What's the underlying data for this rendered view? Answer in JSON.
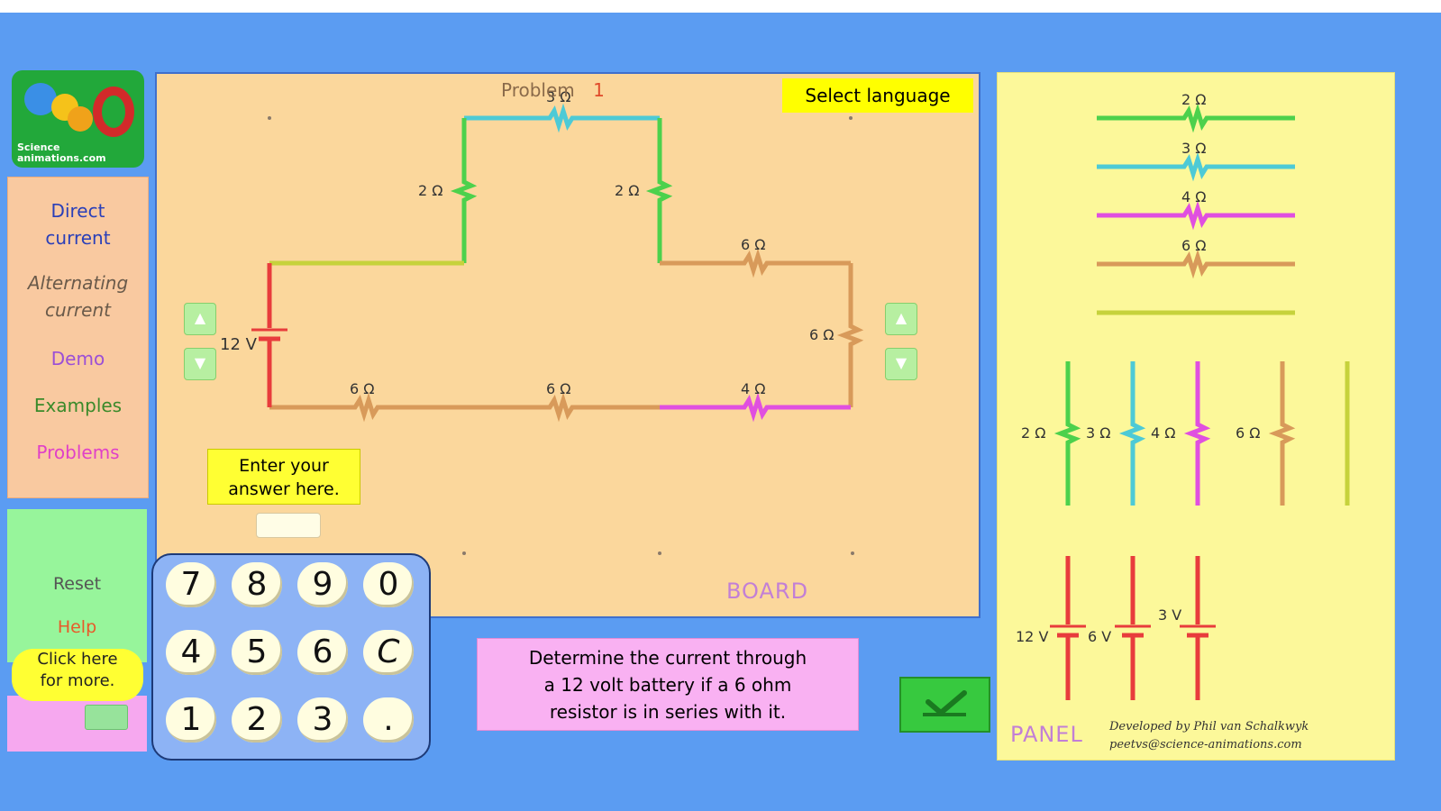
{
  "logo": {
    "text_line1": "Science",
    "text_line2": "animations.com"
  },
  "menu": {
    "items": [
      {
        "label_line1": "Direct",
        "label_line2": "current",
        "color": "#2a3fb8"
      },
      {
        "label_line1": "Alternating",
        "label_line2": "current",
        "color": "#6a5a4a"
      },
      {
        "label": "Demo",
        "color": "#9b4fd6"
      },
      {
        "label": "Examples",
        "color": "#3a8a2a"
      },
      {
        "label": "Problems",
        "color": "#e040c8"
      }
    ]
  },
  "side": {
    "reset_label": "Reset",
    "help_label": "Help",
    "more_line1": "Click here",
    "more_line2": "for more."
  },
  "board": {
    "problem_label": "Problem",
    "problem_number": "1",
    "select_language": "Select language",
    "answer_prompt_line1": "Enter your",
    "answer_prompt_line2": "answer here.",
    "answer_value": "",
    "board_label": "BOARD",
    "components": {
      "top_resistor": "3 Ω",
      "left_vertical": "2 Ω",
      "right_vertical": "2 Ω",
      "right_top": "6 Ω",
      "right_side": "6 Ω",
      "bottom_left": "6 Ω",
      "bottom_middle": "6 Ω",
      "bottom_right": "4 Ω",
      "battery": "12 V"
    }
  },
  "keypad": {
    "keys": [
      "7",
      "8",
      "9",
      "0",
      "4",
      "5",
      "6",
      "C",
      "1",
      "2",
      "3",
      "."
    ]
  },
  "question": {
    "line1": "Determine the current through",
    "line2": "a 12 volt battery if a 6 ohm",
    "line3": "resistor is in series with it."
  },
  "panel": {
    "h_resistors": [
      "2 Ω",
      "3 Ω",
      "4 Ω",
      "6 Ω"
    ],
    "v_resistors": [
      "2 Ω",
      "3 Ω",
      "4 Ω",
      "6 Ω"
    ],
    "batteries": [
      "12 V",
      "6 V",
      "3 V"
    ],
    "panel_label": "PANEL",
    "credit_line1": "Developed by  Phil van Schalkwyk",
    "credit_line2": "peetvs@science-animations.com"
  },
  "colors": {
    "wire_2ohm": "#4cd14c",
    "wire_3ohm": "#4dcad6",
    "wire_4ohm": "#e04fe0",
    "wire_6ohm": "#d89a5a",
    "wire_plain": "#c6d23c",
    "battery": "#e83c3c"
  }
}
